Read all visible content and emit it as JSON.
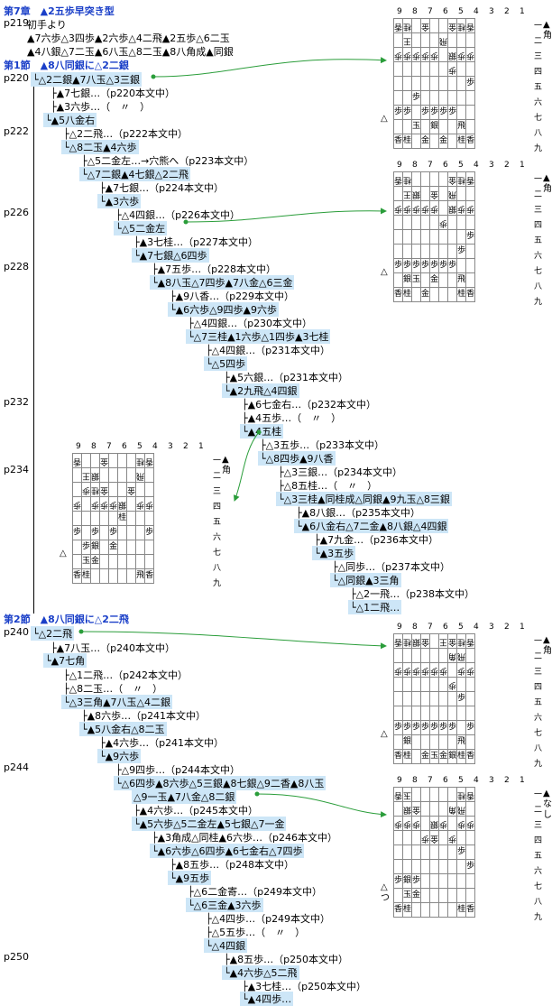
{
  "chapter": {
    "title": "第7章　▲2五歩早突き型",
    "intro_page": "p219",
    "intro_label": "初手より",
    "moves_line1": "▲7六歩△3四歩▲2六歩△4二飛▲2五歩△6二玉",
    "moves_line2": "▲4八銀△7二玉▲6八玉△8二玉▲8八角成▲同銀"
  },
  "section1": {
    "title": "第1節　▲8八同銀に△2二銀"
  },
  "section2": {
    "title": "第2節　▲8八同銀に△2二飛"
  },
  "page_labels": [
    "p220",
    "p222",
    "p226",
    "p228",
    "p232",
    "p234",
    "p240",
    "p244",
    "p250"
  ],
  "tree_rows": [
    {
      "text": "└△2二銀▲7八玉△3三銀",
      "hl": true
    },
    {
      "text": "├▲7七銀…（p220本文中）",
      "hl": false
    },
    {
      "text": "├▲3六歩…（　〃　）",
      "hl": false
    },
    {
      "text": "└▲5八金右",
      "hl": true
    },
    {
      "text": "├△2二飛…（p222本文中）",
      "hl": false
    },
    {
      "text": "└△8二玉▲4六歩",
      "hl": true
    },
    {
      "text": "├△5二金左…→穴熊へ（p223本文中）",
      "hl": false
    },
    {
      "text": "└△7二銀▲4七銀△2二飛",
      "hl": true
    },
    {
      "text": "├▲7七銀…（p224本文中）",
      "hl": false
    },
    {
      "text": "└▲3六歩",
      "hl": true
    },
    {
      "text": "├△4四銀…（p226本文中）",
      "hl": false
    },
    {
      "text": "└△5二金左",
      "hl": true
    },
    {
      "text": "├▲3七桂…（p227本文中）",
      "hl": false
    },
    {
      "text": "└▲7七銀△6四歩",
      "hl": true
    },
    {
      "text": "├▲7五歩…（p228本文中）",
      "hl": false
    },
    {
      "text": "└▲8八玉△7四歩▲7八金△6三金",
      "hl": true
    },
    {
      "text": "├▲9八香…（p229本文中）",
      "hl": false
    },
    {
      "text": "└▲6六歩△9四歩▲9六歩",
      "hl": true
    },
    {
      "text": "├△4四銀…（p230本文中）",
      "hl": false
    },
    {
      "text": "└△7三桂▲1六歩△1四歩▲3七桂",
      "hl": true
    },
    {
      "text": "├△4四銀…（p231本文中）",
      "hl": false
    },
    {
      "text": "└△5四歩",
      "hl": true
    },
    {
      "text": "├▲5六銀…（p231本文中）",
      "hl": false
    },
    {
      "text": "└▲2九飛△4四銀",
      "hl": true
    },
    {
      "text": "├▲6七金右…（p232本文中）",
      "hl": false
    },
    {
      "text": "├▲4五歩…（　〃　）",
      "hl": false
    },
    {
      "text": "└▲4五桂",
      "hl": true
    },
    {
      "text": "├△3五歩…（p233本文中）",
      "hl": false
    },
    {
      "text": "└△8四歩▲9八香",
      "hl": true
    },
    {
      "text": "├△3三銀…（p234本文中）",
      "hl": false
    },
    {
      "text": "├△8五桂…（　〃　）",
      "hl": false
    },
    {
      "text": "└△3三桂▲同桂成△同銀▲9九玉△8三銀",
      "hl": true
    },
    {
      "text": "├▲8八銀…（p235本文中）",
      "hl": false
    },
    {
      "text": "└▲6八金右△7二金▲8八銀△4四銀",
      "hl": true
    },
    {
      "text": "├▲7九金…（p236本文中）",
      "hl": false
    },
    {
      "text": "└▲3五歩",
      "hl": true
    },
    {
      "text": "├△同歩…（p237本文中）",
      "hl": false
    },
    {
      "text": "└△同銀▲3三角",
      "hl": true
    },
    {
      "text": "├△2一飛…（p238本文中）",
      "hl": false
    },
    {
      "text": "└△1二飛…",
      "hl": true
    },
    {
      "text": "└△2二飛",
      "hl": true
    },
    {
      "text": "├▲7八玉…（p240本文中）",
      "hl": false
    },
    {
      "text": "└▲7七角",
      "hl": true
    },
    {
      "text": "├△1二飛…（p242本文中）",
      "hl": false
    },
    {
      "text": "├△8二玉…（　〃　）",
      "hl": false
    },
    {
      "text": "└△3三角▲7八玉△4二銀",
      "hl": true
    },
    {
      "text": "├▲8六歩…（p241本文中）",
      "hl": false
    },
    {
      "text": "└▲5八金右△8二玉",
      "hl": true
    },
    {
      "text": "├▲4六歩…（p241本文中）",
      "hl": false
    },
    {
      "text": "└▲9六歩",
      "hl": true
    },
    {
      "text": "├△9四歩…（p244本文中）",
      "hl": false
    },
    {
      "text": "└△6四歩▲8六歩△5三銀▲8七銀△9二香▲8八玉",
      "hl": true
    },
    {
      "text": "△9一玉▲7八金△8二銀",
      "hl": true
    },
    {
      "text": "├▲4六歩…（p245本文中）",
      "hl": false
    },
    {
      "text": "└▲5六歩△5二金左▲5七銀△7一金",
      "hl": true
    },
    {
      "text": "├▲3角成△同桂▲6六歩…（p246本文中）",
      "hl": false
    },
    {
      "text": "└▲6六歩△6四歩▲6七金右△7四歩",
      "hl": true
    },
    {
      "text": "├▲8五歩…（p248本文中）",
      "hl": false
    },
    {
      "text": "└▲9五歩",
      "hl": true
    },
    {
      "text": "├△6二金寄…（p249本文中）",
      "hl": false
    },
    {
      "text": "└△6三金▲3六歩",
      "hl": true
    },
    {
      "text": "├△4四歩…（p249本文中）",
      "hl": false
    },
    {
      "text": "├△5五歩…（　〃　）",
      "hl": false
    },
    {
      "text": "└△4四銀",
      "hl": true
    },
    {
      "text": "├▲8五歩…（p250本文中）",
      "hl": false
    },
    {
      "text": "└▲4六歩△5二飛",
      "hl": true
    },
    {
      "text": "├▲3七桂…（p250本文中）",
      "hl": false
    },
    {
      "text": "└▲4四歩…",
      "hl": true
    }
  ],
  "file_labels": [
    "9",
    "8",
    "7",
    "6",
    "5",
    "4",
    "3",
    "2",
    "1"
  ],
  "rank_labels": [
    "一",
    "二",
    "三",
    "四",
    "五",
    "六",
    "七",
    "八",
    "九"
  ],
  "boards": [
    {
      "black_hand": "▲角",
      "white_hand": "△",
      "cells": [
        [
          "^香",
          "^桂",
          "",
          "^金",
          "",
          "",
          "^金",
          "^桂",
          "^香"
        ],
        [
          "",
          "^王",
          "",
          "",
          "",
          "^飛",
          "",
          "",
          ""
        ],
        [
          "^歩",
          "^歩",
          "^歩",
          "^歩",
          "^歩",
          "",
          "^銀",
          "^歩",
          "^歩"
        ],
        [
          "",
          "",
          "",
          "",
          "",
          "",
          "^歩",
          "",
          ""
        ],
        [
          "",
          "",
          "",
          "",
          "",
          "",
          "",
          "",
          "歩"
        ],
        [
          "",
          "",
          "歩",
          "",
          "",
          "",
          "",
          "",
          ""
        ],
        [
          "歩",
          "歩",
          "",
          "歩",
          "歩",
          "歩",
          "歩",
          "",
          ""
        ],
        [
          "",
          "",
          "玉",
          "",
          "銀",
          "",
          "",
          "飛",
          ""
        ],
        [
          "香",
          "桂",
          "",
          "金",
          "",
          "金",
          "",
          "桂",
          "香"
        ]
      ]
    },
    {
      "black_hand": "▲角",
      "white_hand": "△",
      "cells": [
        [
          "^香",
          "^桂",
          "",
          "",
          "",
          "",
          "^金",
          "^桂",
          "^香"
        ],
        [
          "",
          "^王",
          "^銀",
          "",
          "^金",
          "",
          "^飛",
          "",
          ""
        ],
        [
          "^歩",
          "^歩",
          "^歩",
          "^歩",
          "^歩",
          "",
          "^銀",
          "^歩",
          "^歩"
        ],
        [
          "",
          "",
          "",
          "",
          "",
          "^歩",
          "",
          "",
          ""
        ],
        [
          "",
          "",
          "",
          "",
          "",
          "",
          "",
          "",
          "歩"
        ],
        [
          "",
          "",
          "",
          "",
          "",
          "",
          "",
          "歩",
          ""
        ],
        [
          "歩",
          "歩",
          "歩",
          "歩",
          "歩",
          "歩",
          "歩",
          "",
          ""
        ],
        [
          "",
          "銀",
          "玉",
          "",
          "金",
          "",
          "",
          "飛",
          ""
        ],
        [
          "香",
          "桂",
          "",
          "金",
          "",
          "",
          "",
          "桂",
          "香"
        ]
      ]
    },
    {
      "black_hand": "▲角",
      "white_hand": "△",
      "cells": [
        [
          "^香",
          "",
          "",
          "^金",
          "",
          "",
          "",
          "^桂",
          "^香"
        ],
        [
          "",
          "^王",
          "^銀",
          "",
          "",
          "",
          "",
          "^飛",
          ""
        ],
        [
          "",
          "^歩",
          "^桂",
          "^金",
          "",
          "",
          "^金",
          "",
          ""
        ],
        [
          "^歩",
          "",
          "^歩",
          "^歩",
          "^歩",
          "^銀",
          "",
          "^歩",
          "^歩"
        ],
        [
          "",
          "",
          "",
          "",
          "",
          "桂",
          "",
          "",
          ""
        ],
        [
          "歩",
          "",
          "歩",
          "",
          "歩",
          "",
          "",
          "",
          "歩"
        ],
        [
          "",
          "歩",
          "銀",
          "",
          "金",
          "",
          "",
          "",
          ""
        ],
        [
          "",
          "玉",
          "金",
          "",
          "",
          "",
          "",
          "",
          ""
        ],
        [
          "香",
          "桂",
          "",
          "",
          "",
          "",
          "",
          "飛",
          "香"
        ]
      ]
    },
    {
      "black_hand": "▲角",
      "white_hand": "△",
      "cells": [
        [
          "^香",
          "^桂",
          "^銀",
          "^金",
          "",
          "^王",
          "^金",
          "^桂",
          "^香"
        ],
        [
          "",
          "",
          "",
          "",
          "",
          "",
          "^角",
          "^飛",
          ""
        ],
        [
          "^歩",
          "^歩",
          "^歩",
          "^歩",
          "^歩",
          "^歩",
          "",
          "^歩",
          "^歩"
        ],
        [
          "",
          "",
          "",
          "",
          "",
          "",
          "^歩",
          "",
          ""
        ],
        [
          "",
          "",
          "",
          "",
          "",
          "",
          "",
          "歩",
          ""
        ],
        [
          "",
          "",
          "",
          "",
          "",
          "",
          "",
          "",
          ""
        ],
        [
          "歩",
          "歩",
          "歩",
          "歩",
          "歩",
          "歩",
          "歩",
          "",
          "歩"
        ],
        [
          "",
          "銀",
          "",
          "",
          "",
          "",
          "",
          "飛",
          ""
        ],
        [
          "香",
          "桂",
          "",
          "金",
          "玉",
          "金",
          "銀",
          "桂",
          "香"
        ]
      ]
    },
    {
      "black_hand": "▲なし",
      "white_hand": "△つ",
      "cells": [
        [
          "^香",
          "^玉",
          "",
          "",
          "",
          "",
          "",
          "^桂",
          "^香"
        ],
        [
          "",
          "^銀",
          "^金",
          "",
          "",
          "",
          "^角",
          "^飛",
          ""
        ],
        [
          "^歩",
          "^歩",
          "^歩",
          "",
          "^銀",
          "^歩",
          "",
          "^歩",
          "^歩"
        ],
        [
          "",
          "",
          "",
          "^歩",
          "^金",
          "",
          "^歩",
          "",
          ""
        ],
        [
          "",
          "",
          "",
          "",
          "",
          "",
          "",
          "歩",
          ""
        ],
        [
          "",
          "",
          "",
          "",
          "",
          "",
          "",
          "",
          "歩"
        ],
        [
          "歩",
          "銀",
          "歩",
          "",
          "",
          "",
          "",
          "",
          ""
        ],
        [
          "",
          "玉",
          "金",
          "",
          "",
          "",
          "",
          "",
          ""
        ],
        [
          "香",
          "桂",
          "",
          "",
          "",
          "",
          "",
          "桂",
          "香"
        ]
      ]
    }
  ]
}
